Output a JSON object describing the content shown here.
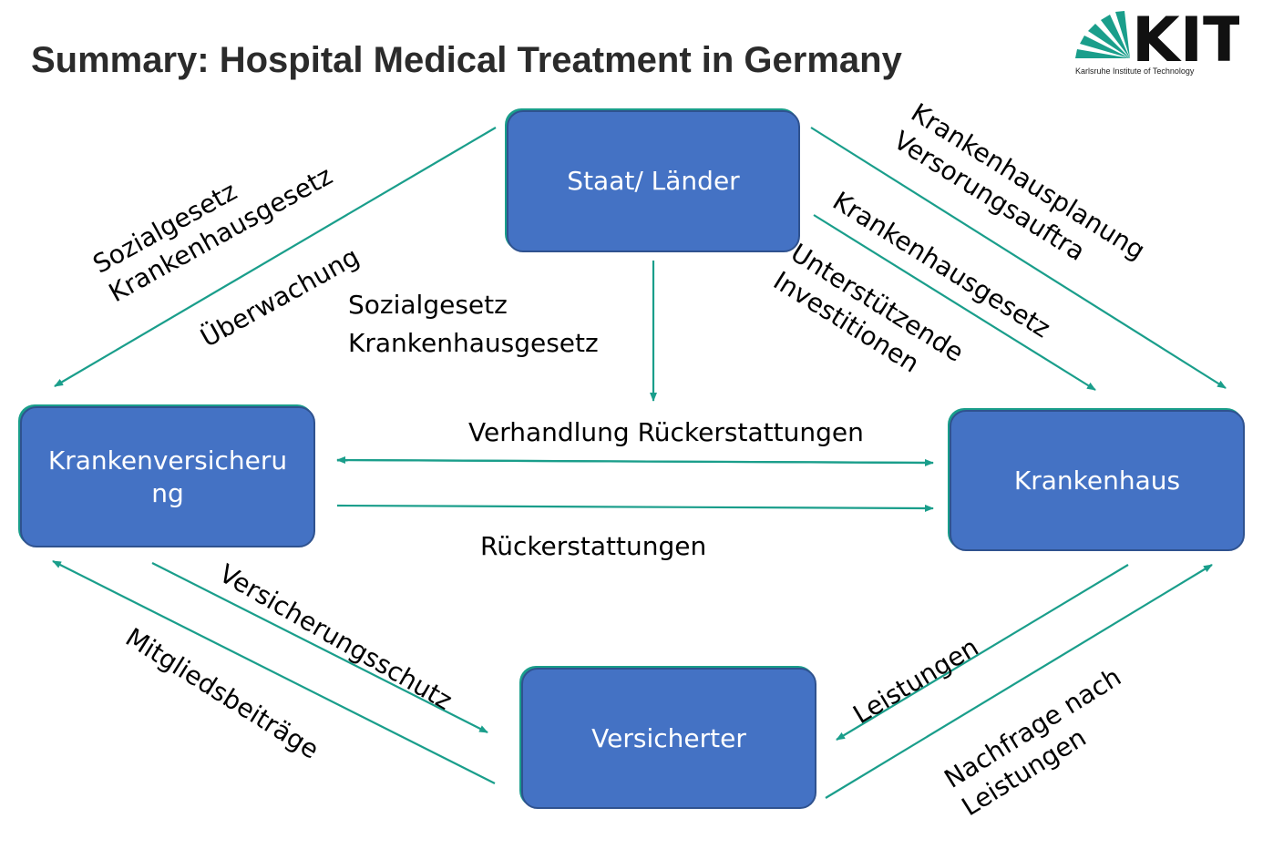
{
  "title": "Summary: Hospital Medical Treatment in Germany",
  "logo": {
    "text": "KIT",
    "tagline": "Karlsruhe Institute of Technology"
  },
  "colors": {
    "box_fill": "#4472c4",
    "box_border": "#2f528f",
    "arrow": "#1a9e8b",
    "text": "#000000"
  },
  "nodes": {
    "staat": "Staat/ Länder",
    "krankenversicherung": [
      "Krankenversicheru",
      "ng"
    ],
    "krankenhaus": "Krankenhaus",
    "versicherter": "Versicherter"
  },
  "labels": {
    "top_left": [
      "Sozialgesetz",
      "Krankenhausgesetz"
    ],
    "ueberwachung": "Überwachung",
    "center_top": [
      "Sozialgesetz",
      "Krankenhausgesetz"
    ],
    "top_right_outer": [
      "Krankenhausplanung",
      "Versorungsauftra"
    ],
    "top_right_inner": "Krankenhausgesetz",
    "investitionen": [
      "Unterstützende",
      "Investitionen"
    ],
    "verhandlung": "Verhandlung Rückerstattungen",
    "rueckerstattungen": "Rückerstattungen",
    "versicherungsschutz": "Versicherungsschutz",
    "mitgliedsbeitraege": "Mitgliedsbeiträge",
    "leistungen": "Leistungen",
    "nachfrage": [
      "Nachfrage nach",
      "Leistungen"
    ]
  }
}
